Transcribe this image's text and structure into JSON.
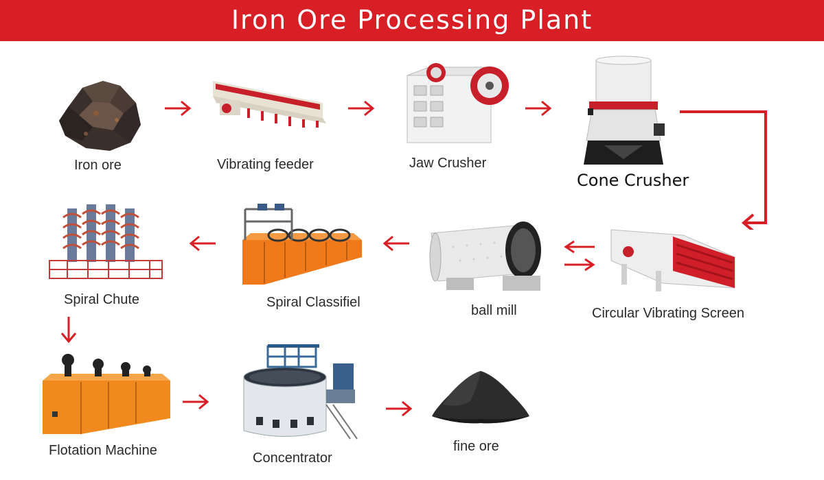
{
  "title": "Iron Ore Processing Plant",
  "colors": {
    "banner": "#d91f26",
    "arrow": "#d91f26",
    "text": "#2a2a2a"
  },
  "nodes": [
    {
      "label": "Iron ore",
      "icon": "ore-rock-icon"
    },
    {
      "label": "Vibrating feeder",
      "icon": "vibrating-feeder-icon"
    },
    {
      "label": "Jaw Crusher",
      "icon": "jaw-crusher-icon"
    },
    {
      "label": "Cone Crusher",
      "icon": "cone-crusher-icon"
    },
    {
      "label": "Circular Vibrating Screen",
      "icon": "vibrating-screen-icon"
    },
    {
      "label": "ball mill",
      "icon": "ball-mill-icon"
    },
    {
      "label": "Spiral Classifiel",
      "icon": "spiral-classifier-icon"
    },
    {
      "label": "Spiral Chute",
      "icon": "spiral-chute-icon"
    },
    {
      "label": "Flotation Machine",
      "icon": "flotation-machine-icon"
    },
    {
      "label": "Concentrator",
      "icon": "concentrator-icon"
    },
    {
      "label": "fine ore",
      "icon": "fine-ore-pile-icon"
    }
  ]
}
